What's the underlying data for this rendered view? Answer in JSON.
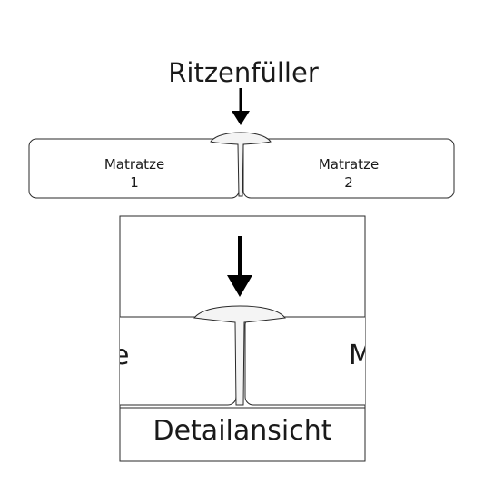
{
  "title": "Ritzenfüller",
  "mattress_left": {
    "line1": "Matratze",
    "line2": "1"
  },
  "mattress_right": {
    "line1": "Matratze",
    "line2": "2"
  },
  "detail": {
    "label": "Detailansicht",
    "left_fragment": "e",
    "right_fragment": "M"
  }
}
